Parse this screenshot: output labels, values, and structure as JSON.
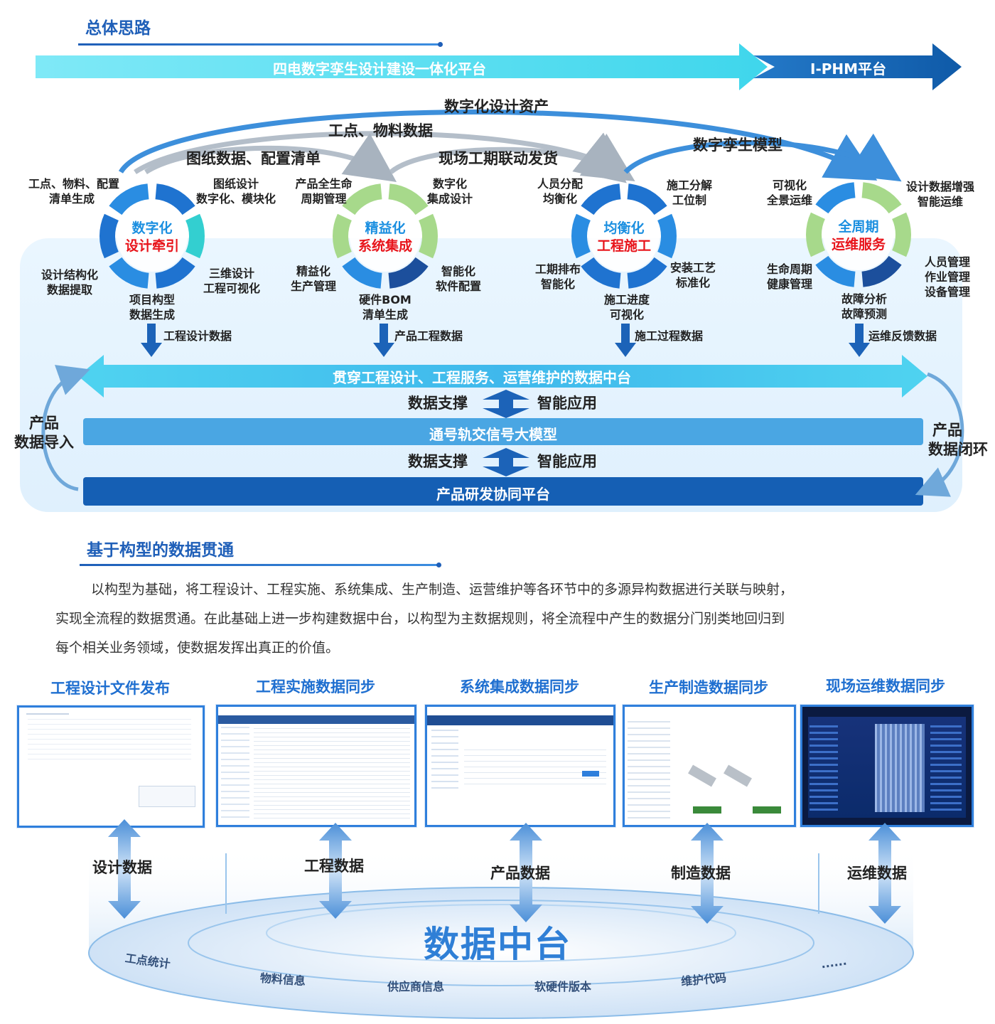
{
  "section1": {
    "title": "总体思路"
  },
  "banner": {
    "main": "四电数字孪生设计建设一体化平台",
    "right": "I-PHM平台"
  },
  "arcs": {
    "top": "数字化设计资产",
    "materials": "工点、物料数据",
    "drawings": "图纸数据、配置清单",
    "delivery": "现场工期联动发货",
    "twin": "数字孪生模型"
  },
  "hubs": [
    {
      "line1": "数字化",
      "line2": "设计牵引",
      "labels": {
        "tl": [
          "工点、物料、配置",
          "清单生成"
        ],
        "tr": [
          "图纸设计",
          "数字化、模块化"
        ],
        "l": [
          "设计结构化",
          "数据提取"
        ],
        "r": [
          "三维设计",
          "工程可视化"
        ],
        "b": [
          "项目构型",
          "数据生成"
        ]
      },
      "down": "工程设计数据"
    },
    {
      "line1": "精益化",
      "line2": "系统集成",
      "labels": {
        "tl": [
          "产品全生命",
          "周期管理"
        ],
        "tr": [
          "数字化",
          "集成设计"
        ],
        "l": [
          "精益化",
          "生产管理"
        ],
        "r": [
          "智能化",
          "软件配置"
        ],
        "b": [
          "硬件BOM",
          "清单生成"
        ]
      },
      "down": "产品工程数据"
    },
    {
      "line1": "均衡化",
      "line2": "工程施工",
      "labels": {
        "tl": [
          "人员分配",
          "均衡化"
        ],
        "tr": [
          "施工分解",
          "工位制"
        ],
        "l": [
          "工期排布",
          "智能化"
        ],
        "r": [
          "安装工艺",
          "标准化"
        ],
        "b": [
          "施工进度",
          "可视化"
        ]
      },
      "down": "施工过程数据"
    },
    {
      "line1": "全周期",
      "line2": "运维服务",
      "labels": {
        "tl": [
          "可视化",
          "全景运维"
        ],
        "tr": [
          "设计数据增强",
          "智能运维"
        ],
        "l": [
          "生命周期",
          "健康管理"
        ],
        "r": [
          "人员管理",
          "作业管理",
          "设备管理"
        ],
        "b": [
          "故障分析",
          "故障预测"
        ]
      },
      "down": "运维反馈数据"
    }
  ],
  "platform": {
    "middle": "贯穿工程设计、工程服务、运营维护的数据中台",
    "support": "数据支撑",
    "app": "智能应用",
    "model": "通号轨交信号大模型",
    "collab": "产品研发协同平台",
    "left": [
      "产品",
      "数据导入"
    ],
    "right": [
      "产品",
      "数据闭环"
    ]
  },
  "section2": {
    "title": "基于构型的数据贯通",
    "paragraph": [
      "以构型为基础，将工程设计、工程实施、系统集成、生产制造、运营维护等各环节中的多源异构数据进行关联与映射，",
      "实现全流程的数据贯通。在此基础上进一步构建数据中台，以构型为主数据规则，将全流程中产生的数据分门别类地回归到",
      "每个相关业务领域，使数据发挥出真正的价值。"
    ]
  },
  "screens": [
    {
      "title": "工程设计文件发布",
      "flow": "设计数据"
    },
    {
      "title": "工程实施数据同步",
      "flow": "工程数据"
    },
    {
      "title": "系统集成数据同步",
      "flow": "产品数据"
    },
    {
      "title": "生产制造数据同步",
      "flow": "制造数据"
    },
    {
      "title": "现场运维数据同步",
      "flow": "运维数据"
    }
  ],
  "datahub": {
    "title": "数据中台",
    "ring": [
      "工点统计",
      "物料信息",
      "供应商信息",
      "软硬件版本",
      "维护代码",
      "......"
    ]
  },
  "colors": {
    "accent": "#1f5fb8",
    "cyan": "#5fe3f2",
    "navy": "#0f5aa8",
    "red": "#e8141b",
    "green": "#a7d98b",
    "teal": "#33cfd0"
  }
}
